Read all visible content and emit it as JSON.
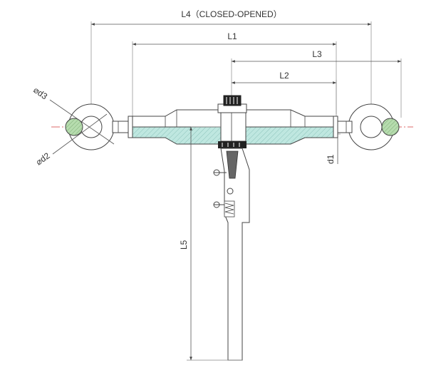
{
  "dimensions": {
    "l4": "L4（CLOSED-OPENED）",
    "l1": "L1",
    "l3": "L3",
    "l2": "L2",
    "l5": "L5",
    "d1": "d1",
    "d2": "⌀d2",
    "d3": "⌀d3"
  },
  "colors": {
    "line": "#444444",
    "centerline": "#d23a3a",
    "hatch_fill": "#9fd8d0",
    "eye_fill": "#a7d8a0"
  }
}
